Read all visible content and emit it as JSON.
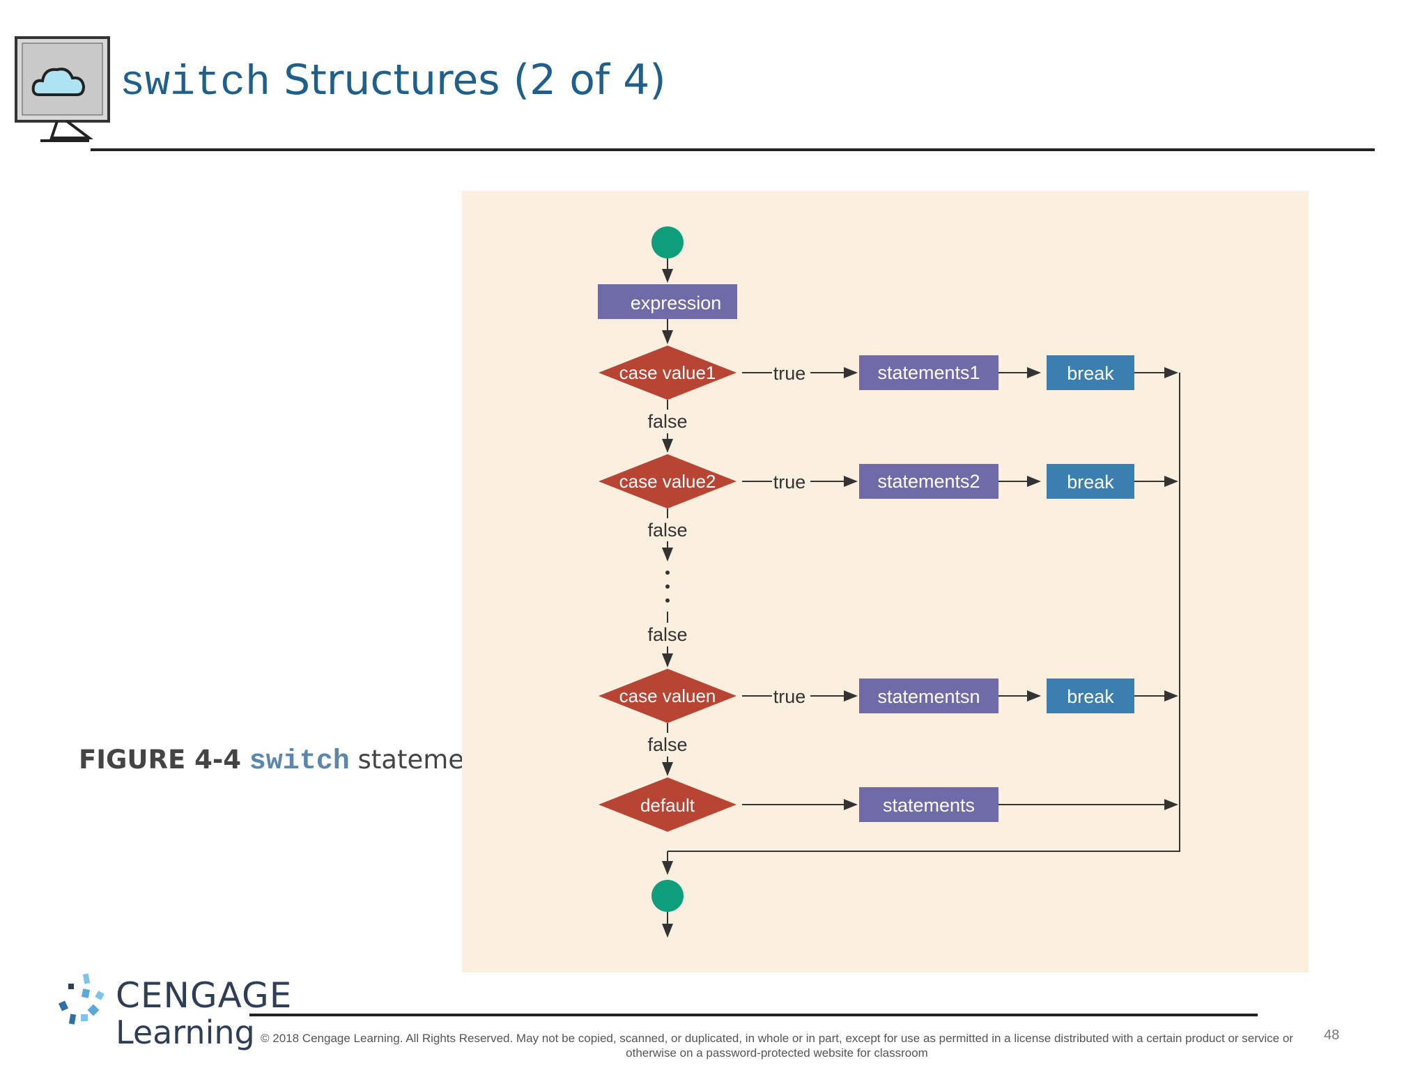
{
  "title": {
    "code": "switch",
    "text": " Structures (2 of 4)"
  },
  "caption": {
    "figure": "FIGURE 4-4",
    "code": "switch",
    "text": " statement"
  },
  "diagram": {
    "expression": "expression",
    "cases": [
      {
        "label": "case value1",
        "statements": "statements1",
        "break": "break"
      },
      {
        "label": "case value2",
        "statements": "statements2",
        "break": "break"
      },
      {
        "label": "case valuen",
        "statements": "statementsn",
        "break": "break"
      }
    ],
    "default": {
      "label": "default",
      "statements": "statements"
    },
    "true_label": "true",
    "false_label": "false"
  },
  "footer": {
    "brand": "CENGAGE",
    "brand_sub": "Learning",
    "copyright": "© 2018 Cengage Learning. All Rights Reserved. May not be copied, scanned, or duplicated, in whole or in part, except for use as permitted in a license distributed with a certain product or service or otherwise on a password-protected website for classroom",
    "page": "48"
  },
  "colors": {
    "title": "#1f5f8b",
    "panel": "#fbefdf",
    "node_start_end": "#0f9e7b",
    "expression_box": "#6f6aa8",
    "decision": "#b84434",
    "statements_box": "#6f6aa8",
    "break_box": "#3a7fb0"
  }
}
